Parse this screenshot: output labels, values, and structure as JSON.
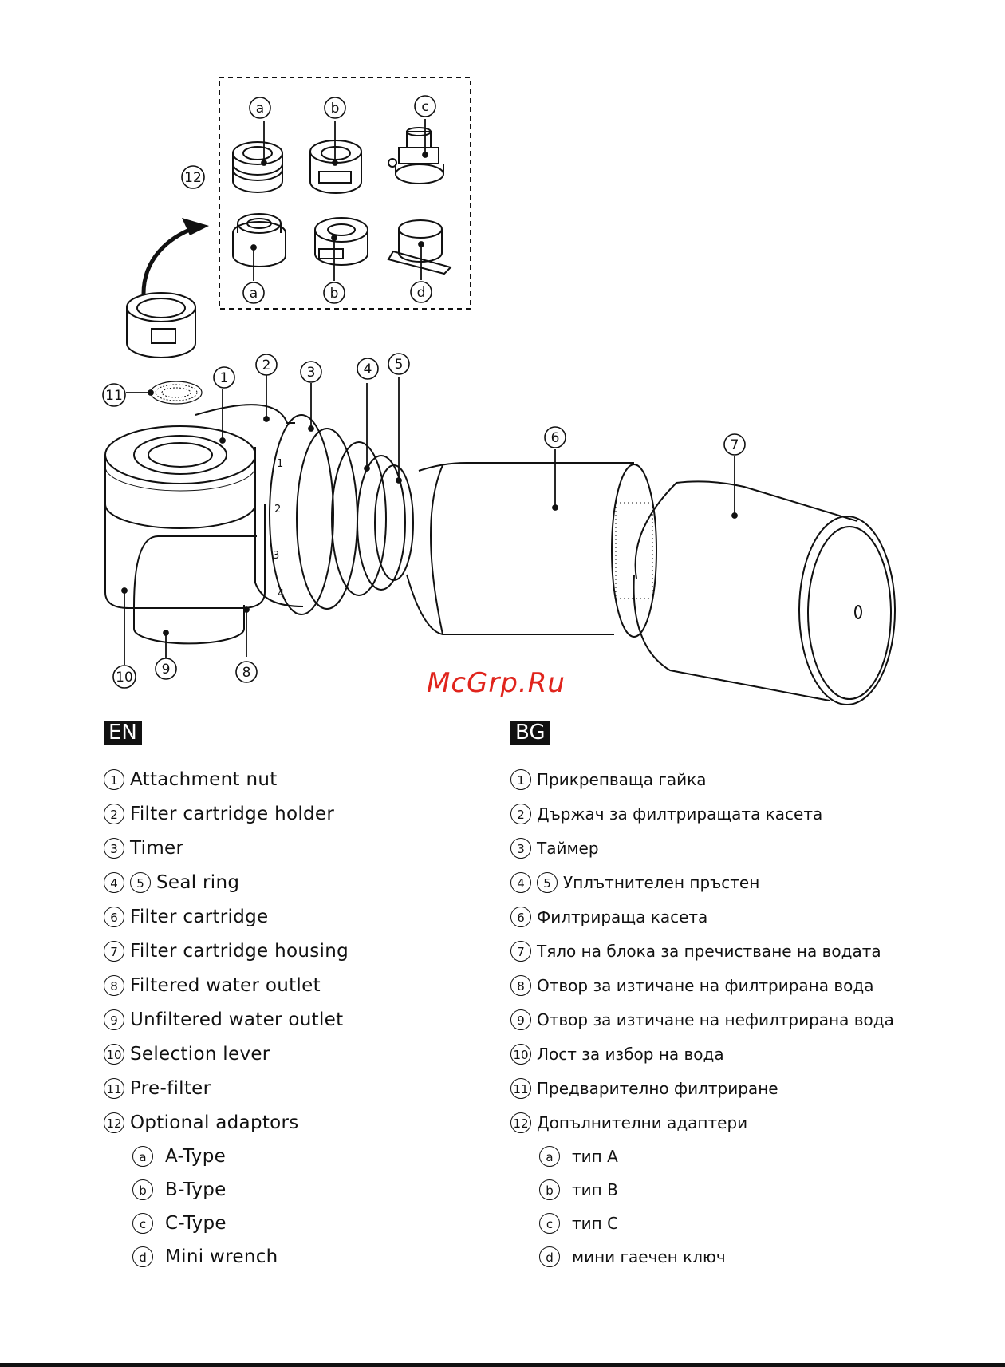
{
  "figure": {
    "callouts": {
      "n1": "1",
      "n2": "2",
      "n3": "3",
      "n4": "4",
      "n5": "5",
      "n6": "6",
      "n7": "7",
      "n8": "8",
      "n9": "9",
      "n10": "10",
      "n11": "11",
      "n12": "12",
      "a_top": "a",
      "b_top": "b",
      "c_top": "c",
      "a_bottom": "a",
      "b_bottom": "b",
      "d_bottom": "d"
    },
    "timer_marks": [
      "1",
      "2",
      "3",
      "4"
    ]
  },
  "watermark": "McGrp.Ru",
  "en": {
    "badge": "EN",
    "items": [
      {
        "num": "1",
        "label": "Attachment nut"
      },
      {
        "num": "2",
        "label": "Filter cartridge holder"
      },
      {
        "num": "3",
        "label": "Timer"
      },
      {
        "num": "4",
        "num2": "5",
        "label": "Seal ring"
      },
      {
        "num": "6",
        "label": "Filter cartridge"
      },
      {
        "num": "7",
        "label": "Filter cartridge housing"
      },
      {
        "num": "8",
        "label": "Filtered water outlet"
      },
      {
        "num": "9",
        "label": "Unfiltered water outlet"
      },
      {
        "num": "10",
        "label": "Selection lever"
      },
      {
        "num": "11",
        "label": "Pre-filter"
      },
      {
        "num": "12",
        "label": "Optional adaptors"
      }
    ],
    "subitems": [
      {
        "num": "a",
        "label": "A-Type"
      },
      {
        "num": "b",
        "label": "B-Type"
      },
      {
        "num": "c",
        "label": "C-Type"
      },
      {
        "num": "d",
        "label": "Mini wrench"
      }
    ]
  },
  "bg": {
    "badge": "BG",
    "items": [
      {
        "num": "1",
        "label": "Прикрепваща гайка"
      },
      {
        "num": "2",
        "label": "Държач за филтриращата касета"
      },
      {
        "num": "3",
        "label": "Таймер"
      },
      {
        "num": "4",
        "num2": "5",
        "label": "Уплътнителен пръстен"
      },
      {
        "num": "6",
        "label": "Филтрираща касета"
      },
      {
        "num": "7",
        "label": "Тяло на блока за пречистване на водата"
      },
      {
        "num": "8",
        "label": "Отвор за изтичане на филтрирана вода"
      },
      {
        "num": "9",
        "label": "Отвор за изтичане на нефилтрирана вода"
      },
      {
        "num": "10",
        "label": "Лост за избор на вода"
      },
      {
        "num": "11",
        "label": "Предварително филтриране"
      },
      {
        "num": "12",
        "label": "Допълнителни адаптери"
      }
    ],
    "subitems": [
      {
        "num": "a",
        "label": "тип A"
      },
      {
        "num": "b",
        "label": "тип B"
      },
      {
        "num": "c",
        "label": "тип C"
      },
      {
        "num": "d",
        "label": "мини гаечен ключ"
      }
    ]
  }
}
